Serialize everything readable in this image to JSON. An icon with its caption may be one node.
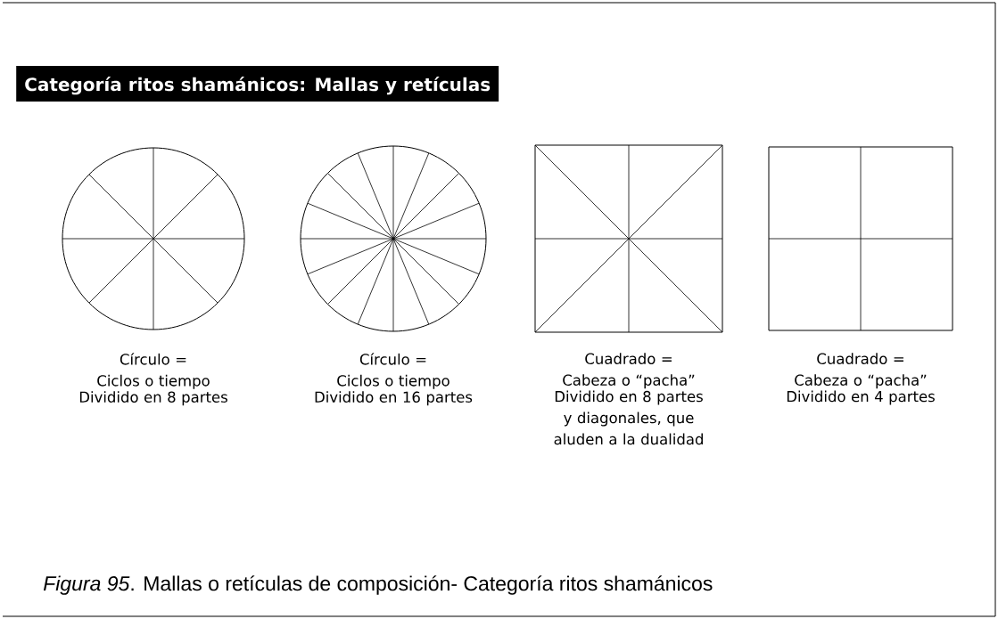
{
  "diagram": {
    "title": "Categoría ritos shamánicos: Mallas y retículas",
    "caption": "*Figura 95*. Mallas o retículas de composición- Categoría ritos shamánicos",
    "nodes": [
      {
        "text": [],
        "shape": "circle",
        "beside": [
          "Círculo = Ciclos o tiempo",
          "Dividido en 8 partes"
        ]
      },
      {
        "text": [],
        "shape": "circle",
        "beside": [
          "Círculo = Ciclos o tiempo",
          "Dividido en 16 partes"
        ]
      },
      {
        "text": [],
        "shape": "box",
        "beside": [
          "Cuadrado = Cabeza o “pacha”",
          "Dividido en 8 partes y diagonales, que aluden a la dualidad"
        ]
      },
      {
        "text": [],
        "shape": "box",
        "beside": [
          "Cuadrado = Cabeza o “pacha”",
          "Dividido en 4 partes"
        ]
      }
    ]
  }
}
